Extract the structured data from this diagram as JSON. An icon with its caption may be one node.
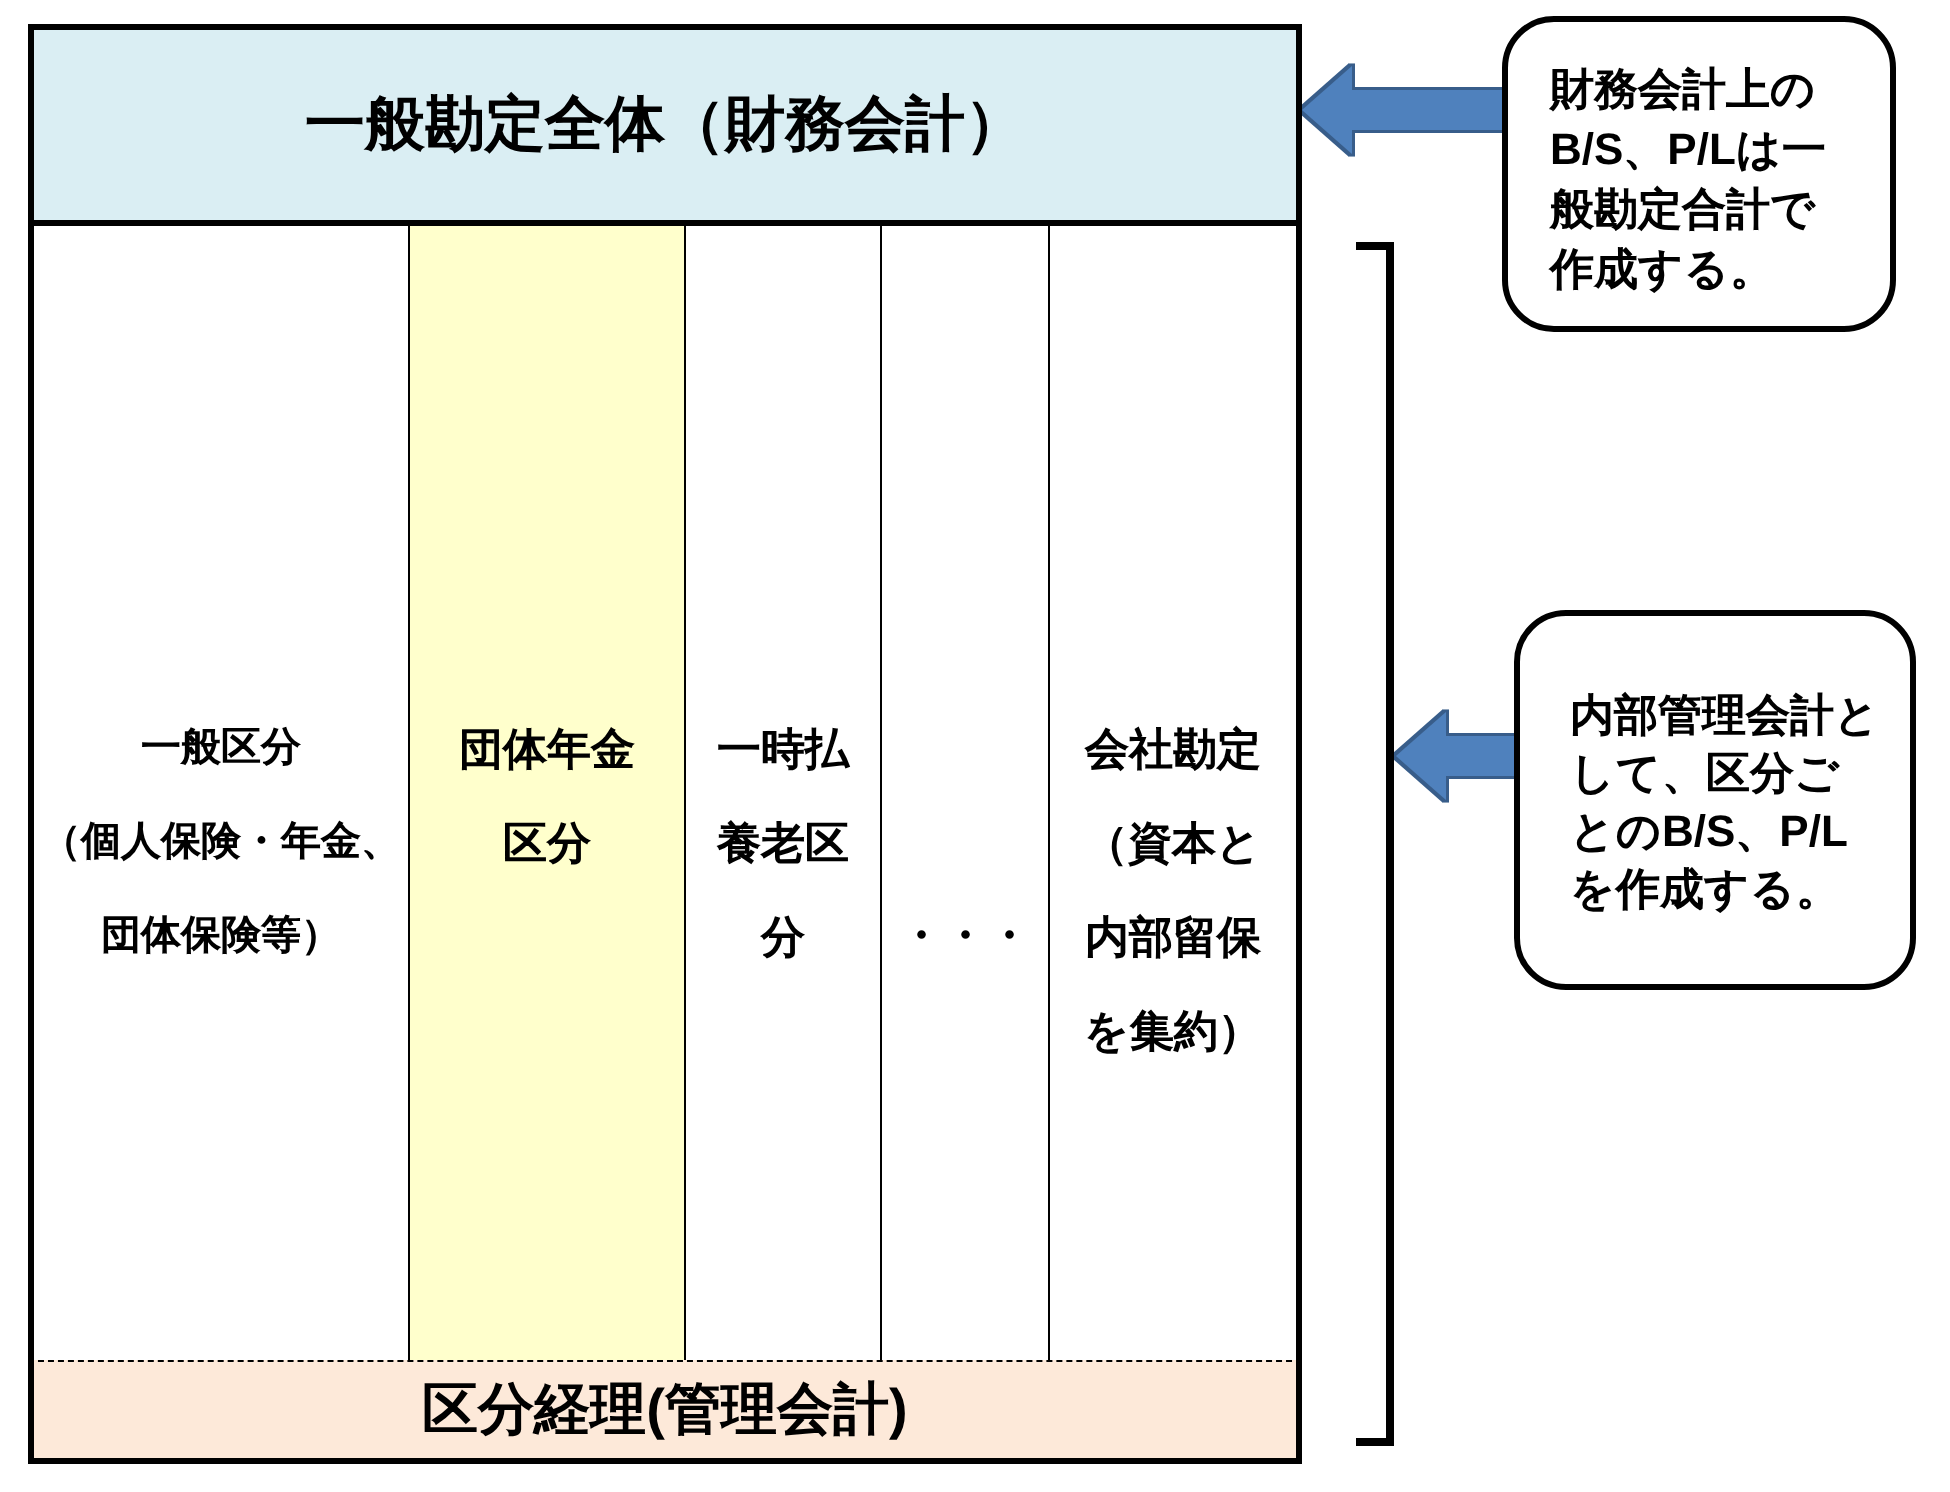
{
  "diagram": {
    "nodes": [
      {
        "text": [
          "一般勘定全体（財務会計）"
        ]
      },
      {
        "text": [
          "一般区分",
          "（個人保険・年金、団体保険等）"
        ]
      },
      {
        "text": [
          "団体年金区分"
        ]
      },
      {
        "text": [
          "一時払養老区分"
        ]
      },
      {
        "text": [
          "・・・"
        ]
      },
      {
        "text": [
          "会社勘定",
          "（資本と内部留保を集約）"
        ]
      },
      {
        "text": [
          "区分経理(管理会計)"
        ]
      },
      {
        "text": [
          "財務会計上のB/S、P/Lは一般勘定合計で作成する。"
        ]
      },
      {
        "text": [],
        "shape": "bracket"
      },
      {
        "text": [
          "内部管理会計として、区分ごとのB/S、P/Lを作成する。"
        ]
      }
    ],
    "edges": [
      {
        "from": 7,
        "to": 0,
        "arrow": "to"
      },
      {
        "from": 9,
        "to": 8,
        "arrow": "to"
      }
    ]
  }
}
